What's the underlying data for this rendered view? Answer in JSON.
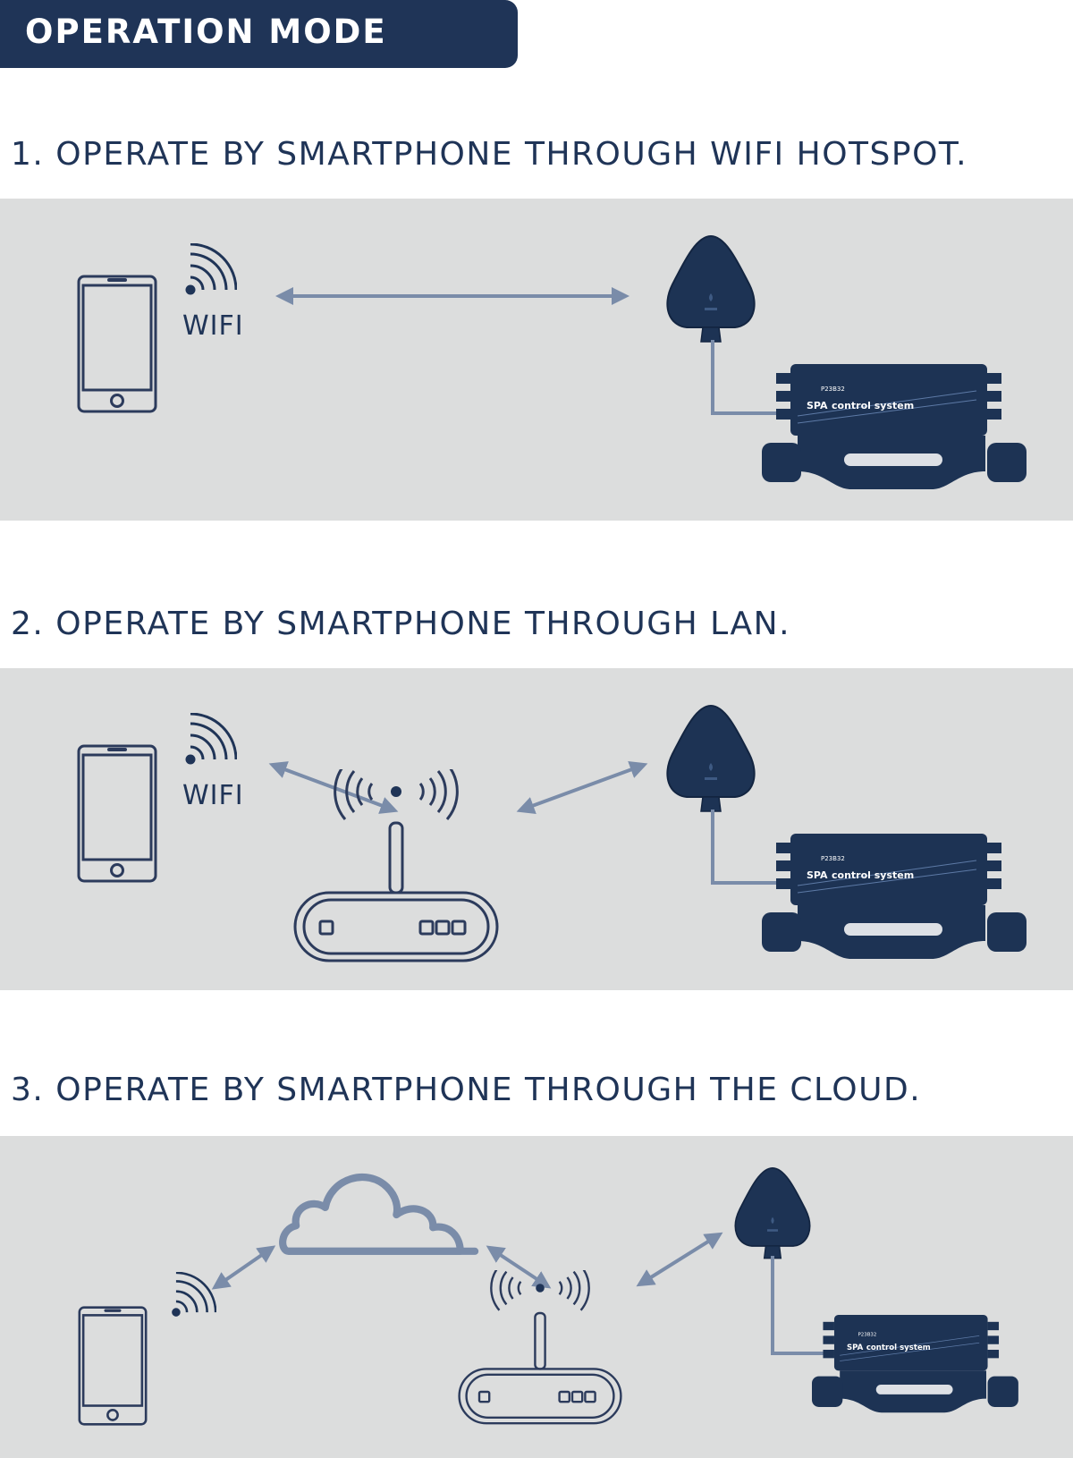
{
  "header": {
    "title": "OPERATION MODE"
  },
  "sections": [
    {
      "title": "1. OPERATE BY SMARTPHONE THROUGH WIFI HOTSPOT.",
      "wifi_label": "WIFI"
    },
    {
      "title": "2. OPERATE BY SMARTPHONE THROUGH LAN.",
      "wifi_label": "WIFI"
    },
    {
      "title": "3. OPERATE BY SMARTPHONE THROUGH THE CLOUD."
    }
  ],
  "device": {
    "model": "P23B32",
    "brand": "SPA",
    "label": "control system"
  },
  "colors": {
    "navy": "#1f3457",
    "panel": "#dcdddd",
    "line": "#7a8ca9",
    "outline": "#2c3b5c",
    "device": "#1d3354"
  }
}
